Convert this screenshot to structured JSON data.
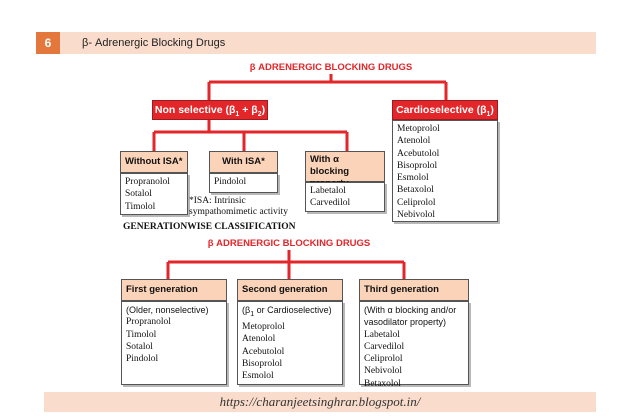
{
  "slide": {
    "number": "6",
    "title": "β- Adrenergic Blocking Drugs"
  },
  "diagram1": {
    "title": "β ADRENERGIC BLOCKING DRUGS",
    "nonselective": {
      "label_prefix": "Non selective (β",
      "label_sub1": "1",
      "label_mid": " + β",
      "label_sub2": "2",
      "label_suffix": ")"
    },
    "cardioselective": {
      "label_prefix": "Cardioselective (β",
      "label_sub": "1",
      "label_suffix": ")",
      "drugs": [
        "Metoprolol",
        "Atenolol",
        "Acebutolol",
        "Bisoprolol",
        "Esmolol",
        "Betaxolol",
        "Celiprolol",
        "Nebivolol"
      ]
    },
    "without_isa": {
      "label": "Without ISA*",
      "drugs": [
        "Propranolol",
        "Sotalol",
        "Timolol"
      ]
    },
    "with_isa": {
      "label": "With ISA*",
      "drugs": [
        "Pindolol"
      ]
    },
    "with_alpha": {
      "label_line1": "With α blocking",
      "label_line2": "property",
      "drugs": [
        "Labetalol",
        "Carvedilol"
      ]
    },
    "isa_note_line1": "*ISA: Intrinsic",
    "isa_note_line2": "sympathomimetic activity"
  },
  "section_label": "GENERATIONWISE CLASSIFICATION",
  "diagram2": {
    "title": "β ADRENERGIC BLOCKING DRUGS",
    "first": {
      "label": "First generation",
      "note": "(Older, nonselective)",
      "drugs": [
        "Propranolol",
        "Timolol",
        "Sotalol",
        "Pindolol"
      ]
    },
    "second": {
      "label": "Second generation",
      "note_prefix": "(β",
      "note_sub": "1",
      "note_suffix": " or Cardioselective)",
      "drugs": [
        "Metoprolol",
        "Atenolol",
        "Acebutolol",
        "Bisoprolol",
        "Esmolol"
      ]
    },
    "third": {
      "label": "Third generation",
      "note_line1": "(With α blocking and/or",
      "note_line2": "vasodilator property)",
      "drugs": [
        "Labetalol",
        "Carvedilol",
        "Celiprolol",
        "Nebivolol",
        "Betaxolol"
      ]
    }
  },
  "footer": {
    "url": "https://charanjeetsinghrar.blogspot.in/"
  },
  "colors": {
    "accent_red": "#e2262a",
    "peach": "#fbd3b8",
    "header_peach": "#f9dccb",
    "number_orange": "#e4783c"
  }
}
